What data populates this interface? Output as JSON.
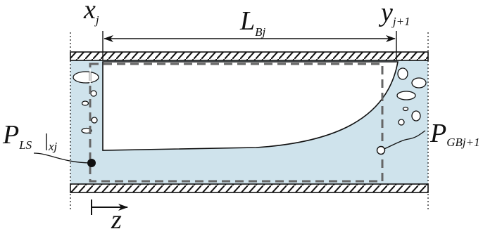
{
  "labels": {
    "x_main": "x",
    "x_sub": "j",
    "l_main": "L",
    "l_sub": "Bj",
    "y_main": "y",
    "y_sub": "j+1",
    "pls_main": "P",
    "pls_sub1": "LS",
    "pls_sub2": "xj",
    "pgb_main": "P",
    "pgb_sub": "GBj+1",
    "z_main": "z"
  },
  "colors": {
    "liquid": "#cfe3ec",
    "outline": "#111111",
    "control_volume": "#666666",
    "pipe_wall": "#ffffff"
  }
}
